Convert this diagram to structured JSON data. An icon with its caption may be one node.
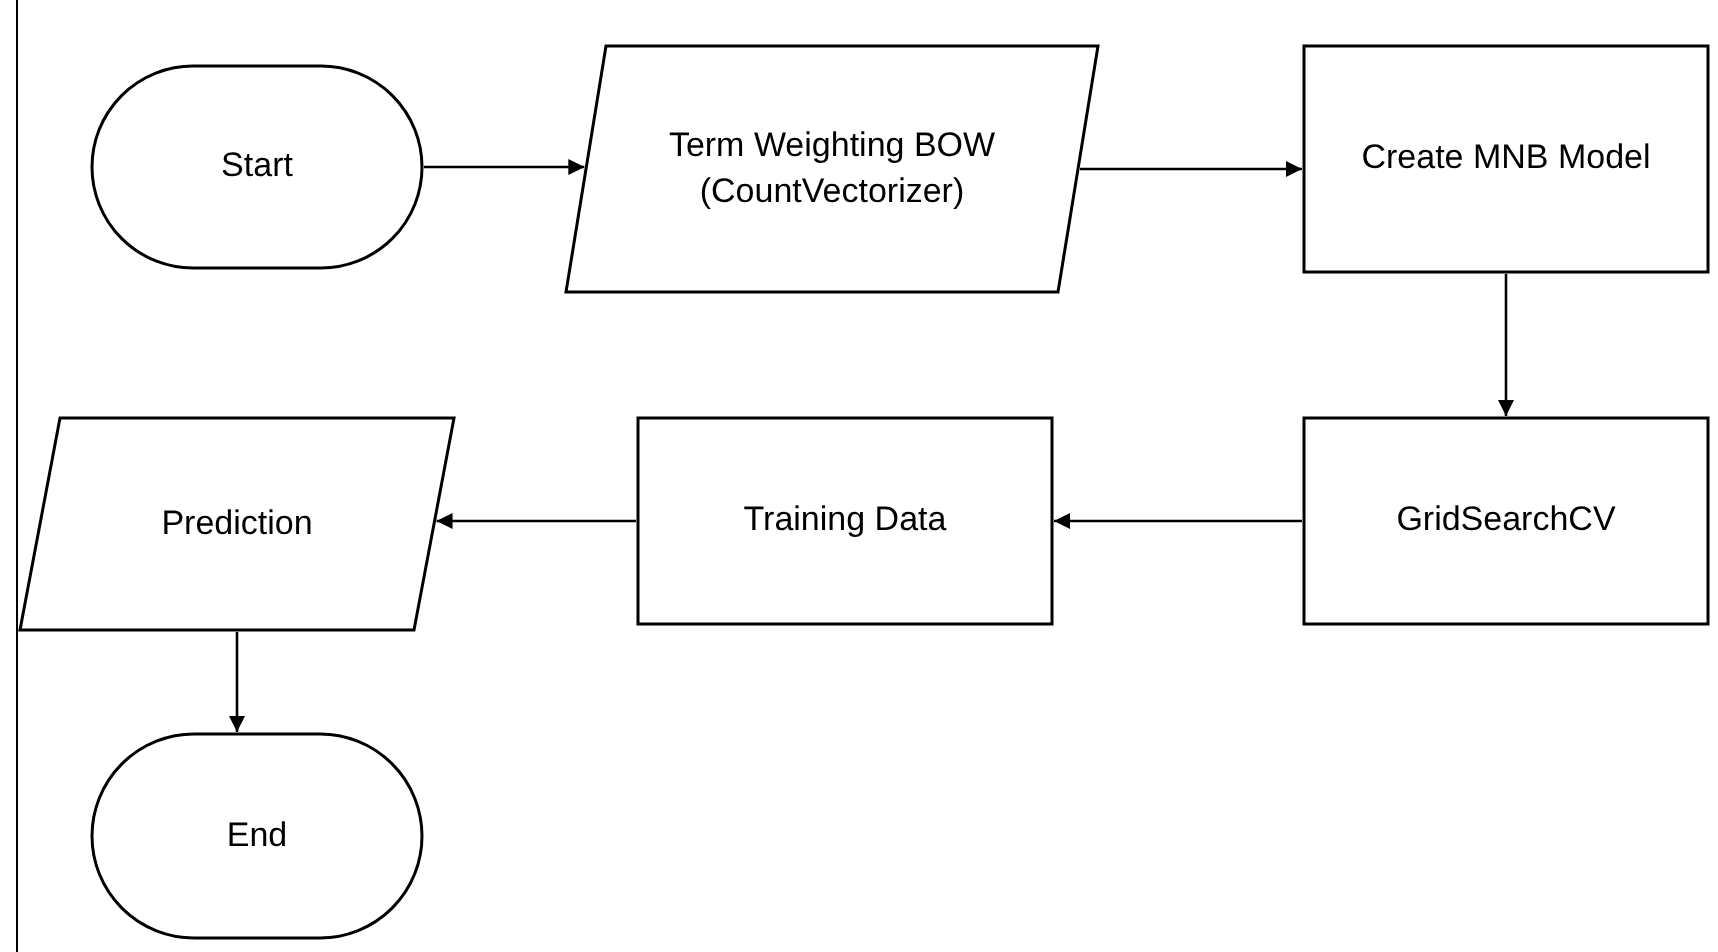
{
  "diagram": {
    "nodes": [
      {
        "text": [
          "Start"
        ]
      },
      {
        "text": [
          "Term Weighting BOW (CountVectorizer)"
        ]
      },
      {
        "text": [
          "Create MNB Model"
        ]
      },
      {
        "text": [
          "GridSearchCV"
        ]
      },
      {
        "text": [
          "Training Data"
        ]
      },
      {
        "text": [
          "Prediction"
        ]
      },
      {
        "text": [
          "End"
        ]
      }
    ],
    "edges": [
      {
        "from": 0,
        "to": 1,
        "arrow": "to"
      },
      {
        "from": 1,
        "to": 2,
        "arrow": "to"
      },
      {
        "from": 2,
        "to": 3,
        "arrow": "to"
      },
      {
        "from": 3,
        "to": 4,
        "arrow": "to"
      },
      {
        "from": 4,
        "to": 5,
        "arrow": "to"
      },
      {
        "from": 5,
        "to": 6,
        "arrow": "to"
      }
    ]
  }
}
